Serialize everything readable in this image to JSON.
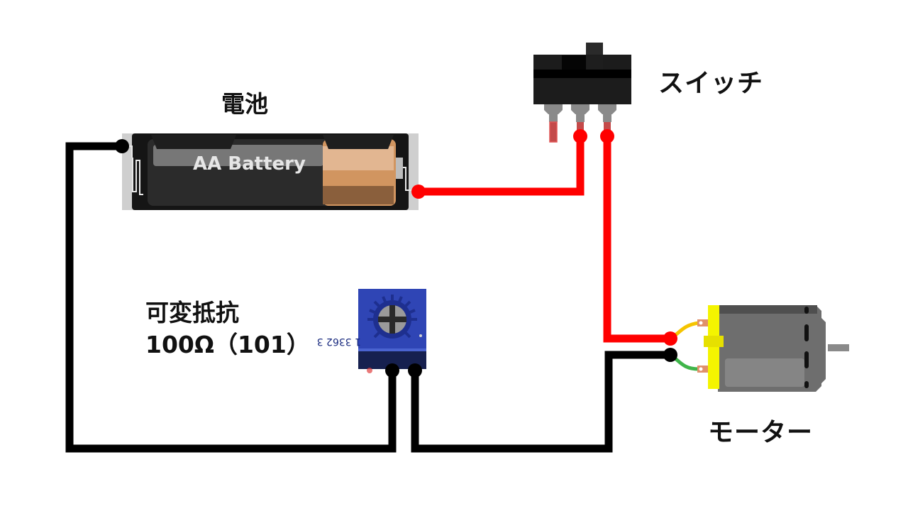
{
  "labels": {
    "battery": "電池",
    "switch": "スイッチ",
    "resistor_line1": "可変抵抗",
    "resistor_line2": "100Ω（101）",
    "motor": "モーター"
  },
  "battery": {
    "text": "AA Battery"
  },
  "potentiometer": {
    "marking": "1 3362 3"
  },
  "colors": {
    "wire_positive": "#ff0000",
    "wire_negative": "#000000",
    "battery_body": "#2b2b2b",
    "battery_cap": "#d19560",
    "switch_body": "#1c1c1c",
    "pot_body": "#2f45b5",
    "pot_base": "#16204f",
    "motor_body": "#6e6e6e",
    "motor_endcap": "#f4f400",
    "motor_lead_positive": "#f5c400",
    "motor_lead_negative": "#3fb54a"
  }
}
